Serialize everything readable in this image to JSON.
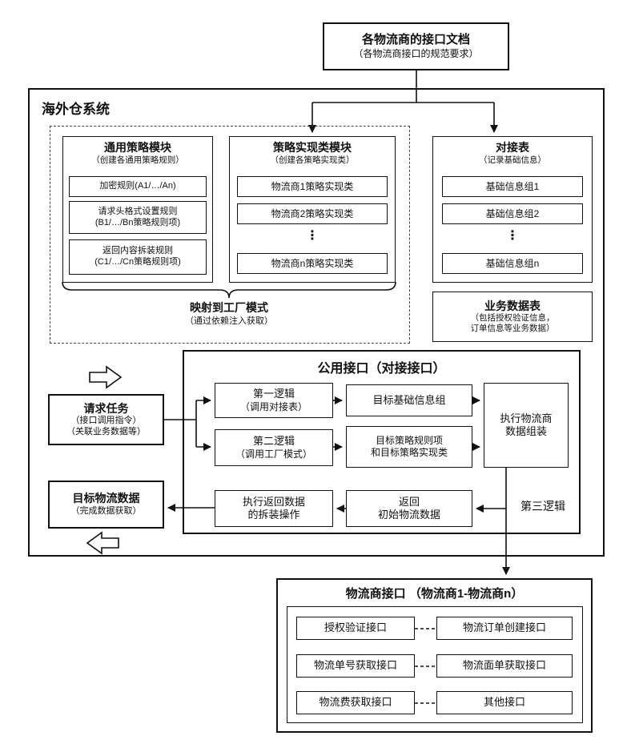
{
  "colors": {
    "ink": "#111111",
    "background": "#ffffff"
  },
  "doc_box": {
    "line1": "各物流商的接口文档",
    "line2": "（各物流商接口的规范要求）"
  },
  "system_label": "海外仓系统",
  "generic_module": {
    "title": "通用策略模块",
    "subtitle": "（创建各通用策略规则）",
    "rule1": "加密规则(A1/…/An)",
    "rule2_line1": "请求头格式设置规则",
    "rule2_line2": "(B1/…/Bn策略规则项)",
    "rule3_line1": "返回内容拆装规则",
    "rule3_line2": "(C1/…/Cn策略规则项)"
  },
  "impl_module": {
    "title": "策略实现类模块",
    "subtitle": "（创建各策略实现类）",
    "item1": "物流商1策略实现类",
    "item2": "物流商2策略实现类",
    "dots": "⋮",
    "itemn": "物流商n策略实现类"
  },
  "factory_label": {
    "line1": "映射到工厂模式",
    "line2": "（通过依赖注入获取）"
  },
  "mapping_table": {
    "title": "对接表",
    "subtitle": "（记录基础信息）",
    "item1": "基础信息组1",
    "item2": "基础信息组2",
    "dots": "⋮",
    "itemn": "基础信息组n"
  },
  "business_table": {
    "title": "业务数据表",
    "subtitle_line1": "（包括授权验证信息，",
    "subtitle_line2": "订单信息等业务数据）"
  },
  "public_api": {
    "title": "公用接口（对接接口）",
    "logic1_line1": "第一逻辑",
    "logic1_line2": "（调用对接表）",
    "target_info": "目标基础信息组",
    "logic2_line1": "第二逻辑",
    "logic2_line2": "（调用工厂模式）",
    "target_strategy_line1": "目标策略规则项",
    "target_strategy_line2": "和目标策略实现类",
    "assemble_line1": "执行物流商",
    "assemble_line2": "数据组装",
    "unpack_line1": "执行返回数据",
    "unpack_line2": "的拆装操作",
    "return_line1": "返回",
    "return_line2": "初始物流数据",
    "logic3_label": "第三逻辑"
  },
  "request_box": {
    "line1": "请求任务",
    "line2": "（接口调用指令）",
    "line3": "（关联业务数据等）"
  },
  "target_box": {
    "line1": "目标物流数据",
    "line2": "（完成数据获取）"
  },
  "provider_api": {
    "title": "物流商接口 （物流商1-物流商n）",
    "auth": "授权验证接口",
    "order_create": "物流订单创建接口",
    "tracking_no": "物流单号获取接口",
    "label_get": "物流面单获取接口",
    "fee_get": "物流费获取接口",
    "other": "其他接口"
  }
}
